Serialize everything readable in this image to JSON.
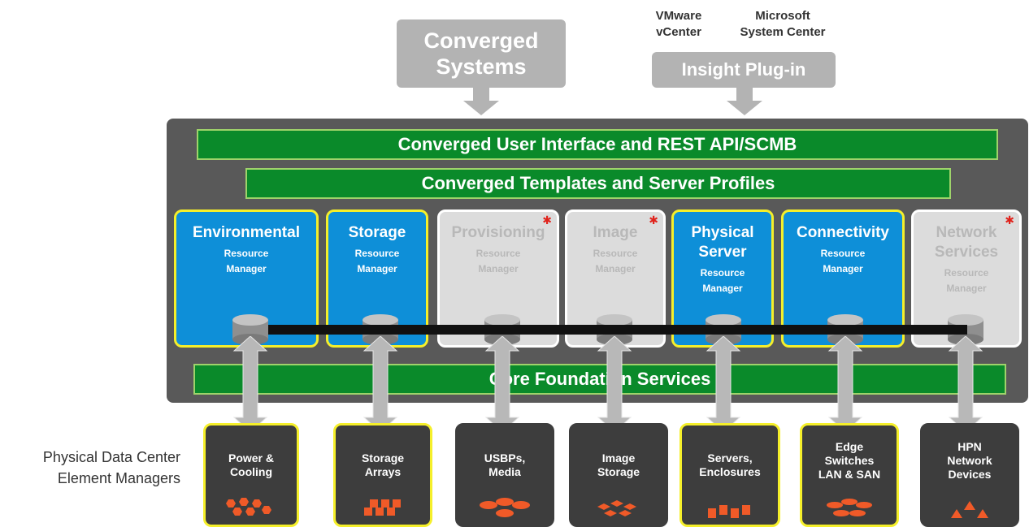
{
  "top": {
    "converged_systems": "Converged\nSystems",
    "vmware": "VMware\nvCenter",
    "microsoft": "Microsoft\nSystem Center",
    "insight_plugin": "Insight Plug-in"
  },
  "bars": {
    "ui_api": "Converged User Interface and REST API/SCMB",
    "templates": "Converged Templates and Server Profiles",
    "core": "Core Foundation Services"
  },
  "managers": [
    {
      "title": "Environmental",
      "sub": "Resource\nManager",
      "active": true,
      "star": false
    },
    {
      "title": "Storage",
      "sub": "Resource\nManager",
      "active": true,
      "star": false
    },
    {
      "title": "Provisioning",
      "sub": "Resource\nManager",
      "active": false,
      "star": true
    },
    {
      "title": "Image",
      "sub": "Resource\nManager",
      "active": false,
      "star": true
    },
    {
      "title": "Physical\nServer",
      "sub": "Resource\nManager",
      "active": true,
      "star": false
    },
    {
      "title": "Connectivity",
      "sub": "Resource\nManager",
      "active": true,
      "star": false
    },
    {
      "title": "Network\nServices",
      "sub": "Resource\nManager",
      "active": false,
      "star": true
    }
  ],
  "left_label": "Physical Data Center\nElement Managers",
  "nodes": [
    {
      "label": "Power &\nCooling",
      "highlight": true,
      "icon": "hexagon-cluster-icon"
    },
    {
      "label": "Storage\nArrays",
      "highlight": true,
      "icon": "cube-cluster-icon"
    },
    {
      "label": "USBPs,\nMedia",
      "highlight": false,
      "icon": "disc-cluster-icon"
    },
    {
      "label": "Image\nStorage",
      "highlight": false,
      "icon": "diamond-cluster-icon"
    },
    {
      "label": "Servers,\nEnclosures",
      "highlight": true,
      "icon": "server-cluster-icon"
    },
    {
      "label": "Edge\nSwitches\nLAN & SAN",
      "highlight": true,
      "icon": "switch-cluster-icon"
    },
    {
      "label": "HPN\nNetwork\nDevices",
      "highlight": false,
      "icon": "triangle-cluster-icon"
    }
  ],
  "colors": {
    "green": "#0a8a2a",
    "blue": "#0e8fd8",
    "yellow": "#f5ef2a",
    "orange": "#f05a28",
    "panel": "#595959"
  }
}
